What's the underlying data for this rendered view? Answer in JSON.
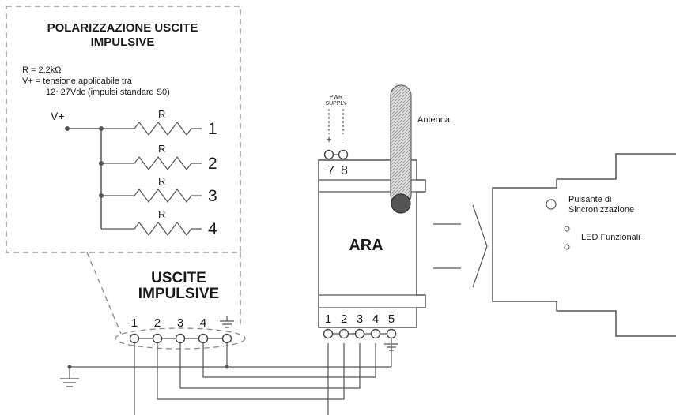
{
  "polarization": {
    "title_line1": "POLARIZZAZIONE USCITE",
    "title_line2": "IMPULSIVE",
    "note_r": "R   = 2,2kΩ",
    "note_v": "V+ = tensione applicabile tra",
    "note_v2": "12~27Vdc (impulsi standard S0)",
    "vplus": "V+",
    "resistor_label": "R",
    "channels": [
      "1",
      "2",
      "3",
      "4"
    ]
  },
  "outputs": {
    "title_line1": "USCITE",
    "title_line2": "IMPULSIVE",
    "terminals": [
      "1",
      "2",
      "3",
      "4"
    ]
  },
  "device": {
    "name": "ARA",
    "power_label_line1": "PWR",
    "power_label_line2": "SUPPLY",
    "plus": "+",
    "minus": "-",
    "top_terminals": [
      "7",
      "8"
    ],
    "bottom_terminals": [
      "1",
      "2",
      "3",
      "4",
      "5"
    ],
    "antenna": "Antenna"
  },
  "front_panel": {
    "sync_button_line1": "Pulsante di",
    "sync_button_line2": "Sincronizzazione",
    "leds": "LED Funzionali"
  }
}
